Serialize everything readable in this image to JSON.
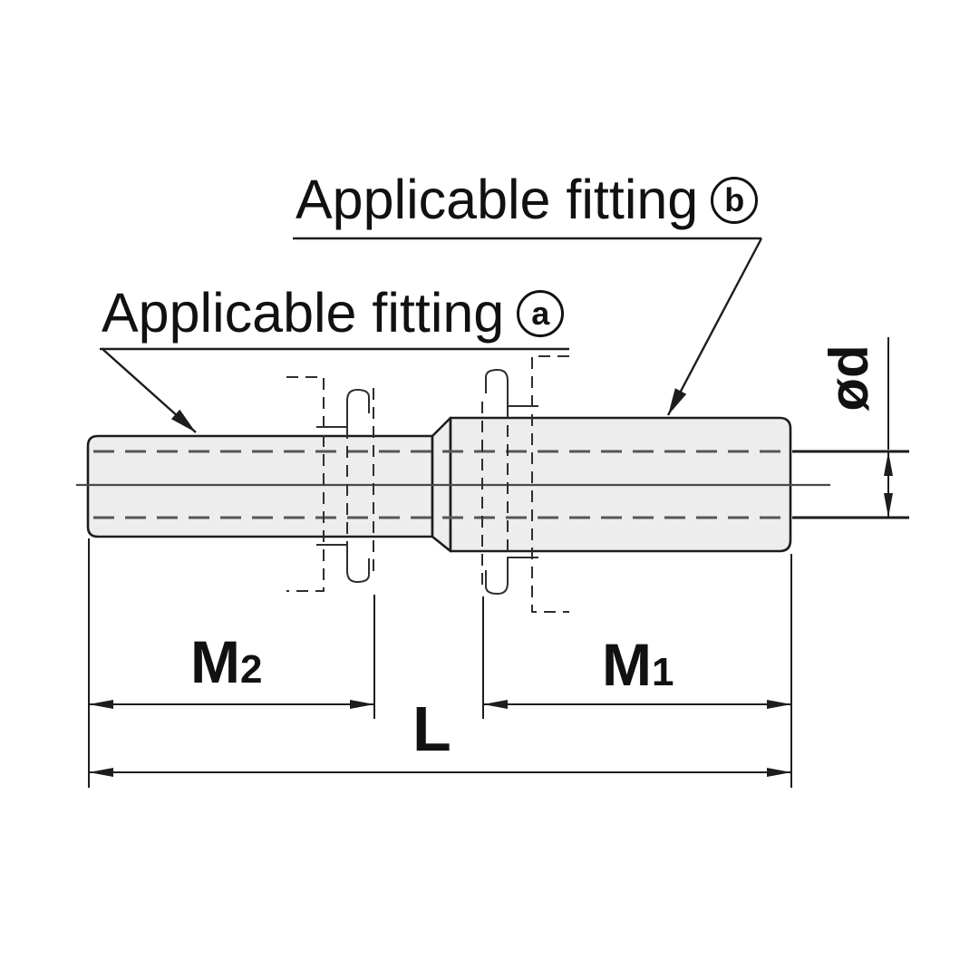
{
  "drawing": {
    "title": "Tube extension fitting dimensional drawing",
    "callouts": {
      "fitting_b": {
        "text": "Applicable fitting",
        "badge": "b"
      },
      "fitting_a": {
        "text": "Applicable fitting",
        "badge": "a"
      }
    },
    "dimensions": {
      "m2": {
        "base": "M",
        "sub": "2"
      },
      "m1": {
        "base": "M",
        "sub": "1"
      },
      "l": "L",
      "d": "ød"
    },
    "colors": {
      "outline": "#1d1d1d",
      "part_fill": "#ededed",
      "hidden_line": "#565656",
      "centerline": "#4a4a4a",
      "phantom_line": "#2e2e2e",
      "text": "#111111",
      "background": "#ffffff"
    }
  }
}
